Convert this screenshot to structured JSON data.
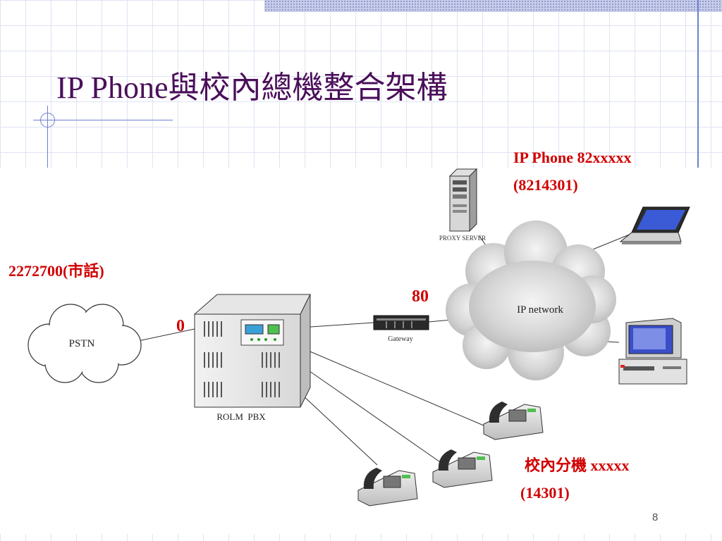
{
  "title": "IP Phone與校內總機整合架構",
  "page_number": "8",
  "labels": {
    "ip_phone_line1": "IP Phone 82xxxxx",
    "ip_phone_line2": "(8214301)",
    "city_phone": "2272700(市話)",
    "port_80": "80",
    "port_0": "0",
    "extension_line1": "校內分機 xxxxx",
    "extension_line2": "(14301)"
  },
  "nodes": {
    "pstn": "PSTN",
    "ip_network": "IP network",
    "proxy_server": "PROXY SERVER",
    "gateway": "Gateway",
    "pbx": "ROLM  PBX"
  },
  "colors": {
    "title": "#4b0f5a",
    "annotation": "#d10000",
    "accent": "#6e7fd0"
  }
}
